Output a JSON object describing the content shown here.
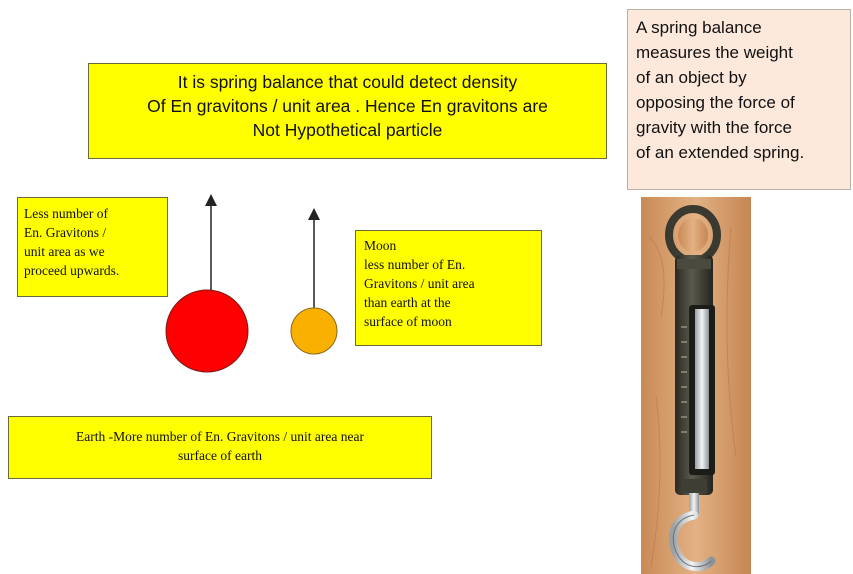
{
  "title_box": {
    "lines": [
      "It is spring balance that could detect density",
      "Of En gravitons / unit area   . Hence En gravitons are",
      "Not Hypothetical particle"
    ]
  },
  "less_box": {
    "lines": [
      "Less  number of",
      "En. Gravitons /",
      "unit area as we",
      "proceed upwards."
    ]
  },
  "moon_box": {
    "lines": [
      "Moon",
      "less number of En.",
      "Gravitons / unit area",
      "than earth  at the",
      "surface of moon"
    ]
  },
  "earth_box": {
    "lines": [
      "Earth -More number of En. Gravitons / unit area near",
      "surface of earth"
    ]
  },
  "description": {
    "lines": [
      "A spring balance",
      "measures the weight",
      "of an object by",
      "opposing the force of",
      "gravity with the force",
      "of an extended spring."
    ]
  },
  "colors": {
    "earth": "#ff0000",
    "moon": "#f9b000",
    "box_fill": "#ffff00",
    "desc_fill": "#fce9dc"
  },
  "photo": {
    "subject": "spring-balance"
  }
}
